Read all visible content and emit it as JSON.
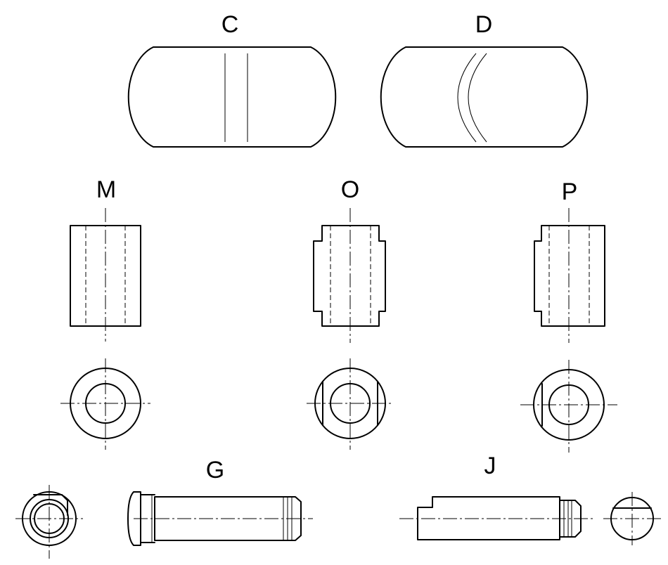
{
  "labels": {
    "c": "C",
    "d": "D",
    "m": "M",
    "o": "O",
    "p": "P",
    "g": "G",
    "j": "J"
  }
}
